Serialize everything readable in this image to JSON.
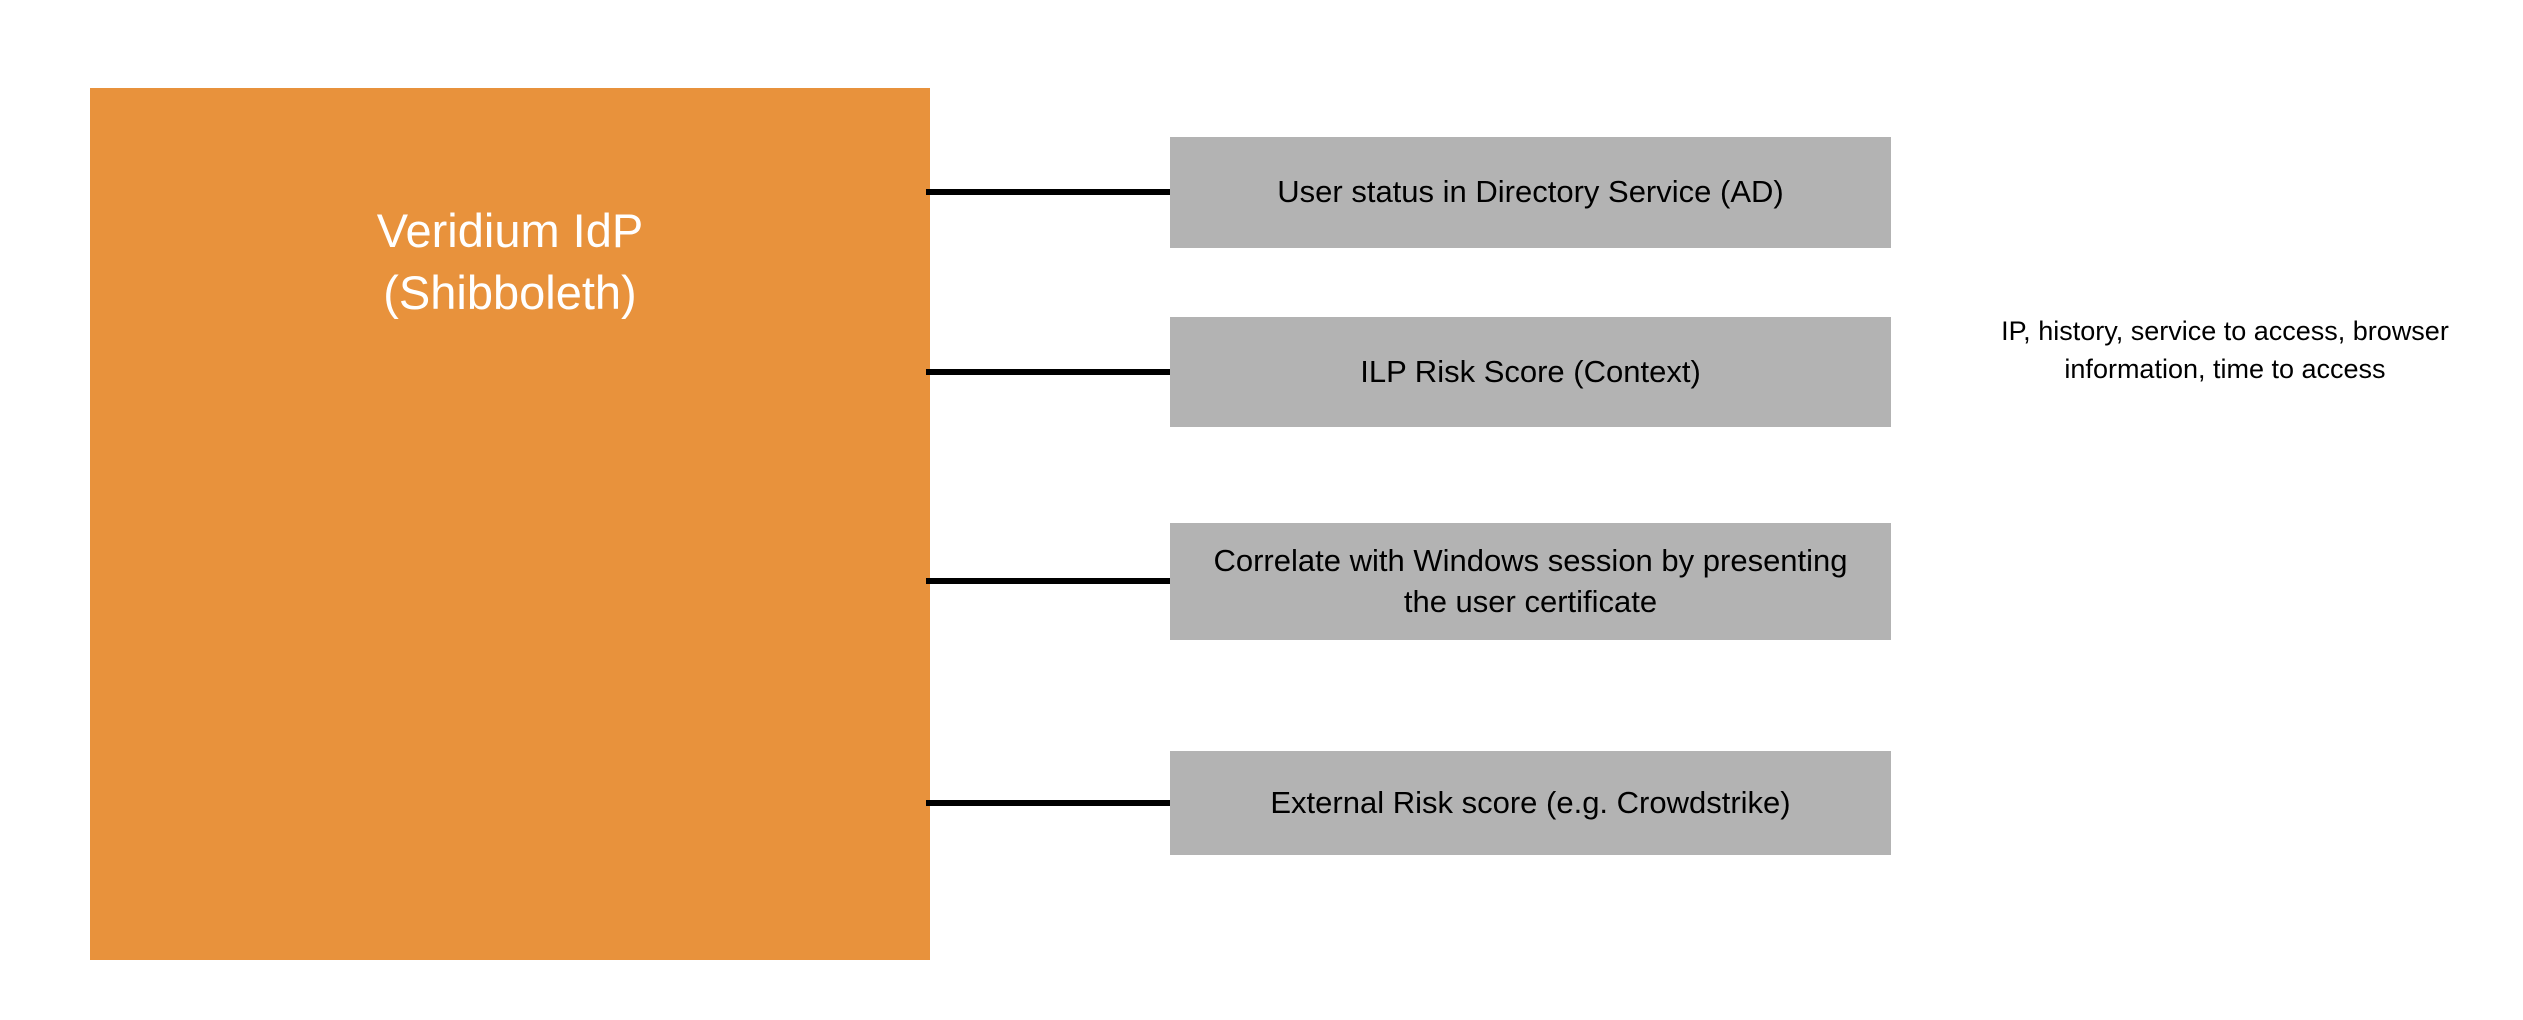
{
  "diagram": {
    "main_node": {
      "label": "Veridium IdP\n(Shibboleth)"
    },
    "nodes": [
      {
        "label": "User status in Directory Service (AD)"
      },
      {
        "label": "ILP Risk Score (Context)"
      },
      {
        "label": "Correlate with Windows session by presenting the user certificate"
      },
      {
        "label": "External Risk score (e.g. Crowdstrike)"
      }
    ],
    "annotation": "IP, history, service to access, browser information, time to access",
    "colors": {
      "main_node_fill": "#E8923C",
      "main_node_text": "#FFFFFF",
      "node_fill": "#B3B3B3",
      "node_text": "#000000",
      "connector": "#000000",
      "background": "#FFFFFF"
    }
  }
}
